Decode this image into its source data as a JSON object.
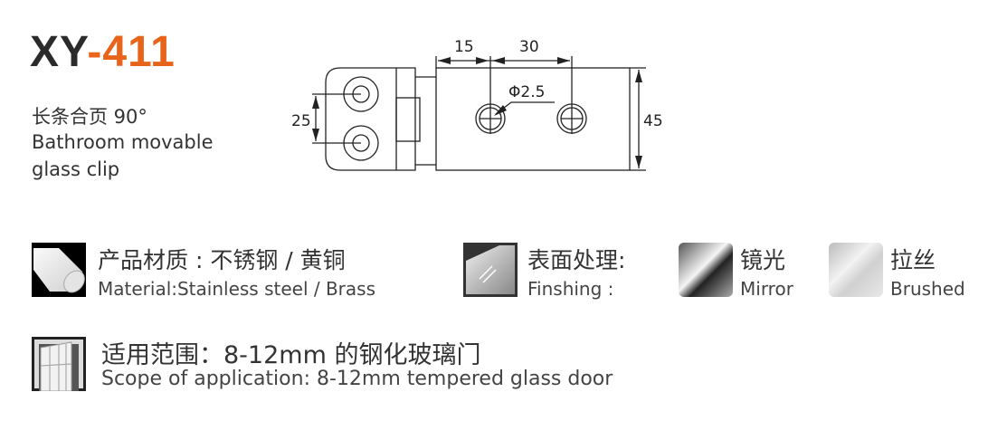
{
  "header": {
    "model_prefix": "XY",
    "model_number": "-411",
    "accent_color": "#e8641a"
  },
  "product": {
    "name_cn": "长条合页 90°",
    "name_en_line1": "Bathroom movable",
    "name_en_line2": "glass clip"
  },
  "drawing": {
    "dim_top_left": "15",
    "dim_top_right": "30",
    "hole_diameter": "Φ2.5",
    "dim_left": "25",
    "dim_right": "45"
  },
  "material": {
    "label_cn": "产品材质 : 不锈钢 / 黄铜",
    "label_en": "Material:Stainless steel / Brass"
  },
  "finishing": {
    "label_cn": "表面处理:",
    "label_en": "Finshing :",
    "options": [
      {
        "cn": "镜光",
        "en": "Mirror"
      },
      {
        "cn": "拉丝",
        "en": "Brushed"
      }
    ]
  },
  "scope": {
    "label_cn": "适用范围：8-12mm 的钢化玻璃门",
    "label_en": "Scope of application: 8-12mm tempered glass door"
  }
}
